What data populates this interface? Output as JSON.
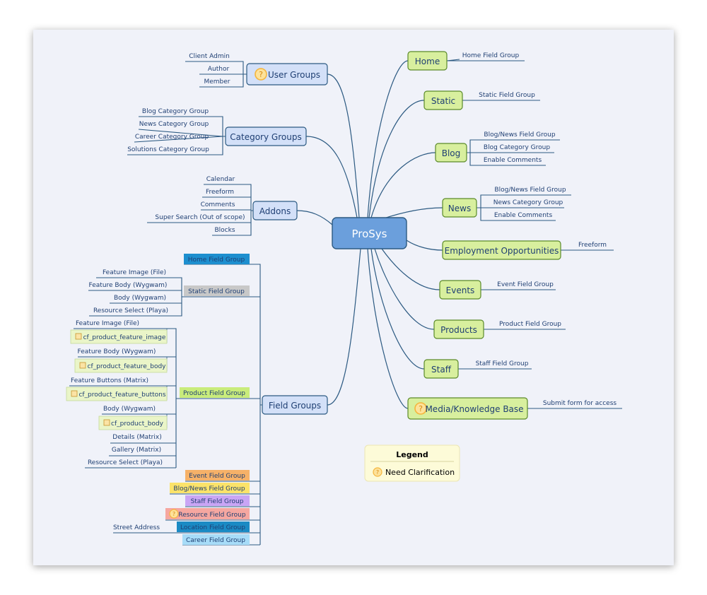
{
  "center": "ProSys",
  "legend": {
    "title": "Legend",
    "item": "Need Clarification"
  },
  "left": {
    "user_groups": {
      "label": "User Groups",
      "children": [
        "Client Admin",
        "Author",
        "Member"
      ]
    },
    "category_groups": {
      "label": "Category Groups",
      "children": [
        "Blog Category Group",
        "News Category Group",
        "Career Category Group",
        "Solutions Category Group"
      ]
    },
    "addons": {
      "label": "Addons",
      "children": [
        "Calendar",
        "Freeform",
        "Comments",
        "Super Search (Out of scope)",
        "Blocks"
      ]
    },
    "field_groups": {
      "label": "Field Groups",
      "home": "Home Field Group",
      "static": {
        "label": "Static Field Group",
        "children": [
          "Feature Image (File)",
          "Feature Body (Wygwam)",
          "Body (Wygwam)",
          "Resource Select (Playa)"
        ]
      },
      "product": {
        "label": "Product Field Group",
        "children": [
          "Feature Image (File)",
          "Feature Body (Wygwam)",
          "Feature Buttons (Matrix)",
          "Body (Wygwam)",
          "Details (Matrix)",
          "Gallery (Matrix)",
          "Resource Select (Playa)"
        ],
        "subs": [
          "cf_product_feature_image",
          "cf_product_feature_body",
          "cf_product_feature_buttons",
          "cf_product_body"
        ]
      },
      "event": "Event Field Group",
      "blognews": "Blog/News Field Group",
      "staff": "Staff Field Group",
      "resource": "Resource Field Group",
      "location": {
        "label": "Location Field Group",
        "child": "Street Address"
      },
      "career": "Career Field Group"
    }
  },
  "right": {
    "home": {
      "label": "Home",
      "children": [
        "Home Field Group"
      ]
    },
    "static": {
      "label": "Static",
      "children": [
        "Static Field Group"
      ]
    },
    "blog": {
      "label": "Blog",
      "children": [
        "Blog/News Field Group",
        "Blog Category Group",
        "Enable Comments"
      ]
    },
    "news": {
      "label": "News",
      "children": [
        "Blog/News Field Group",
        "News Category Group",
        "Enable Comments"
      ]
    },
    "employment": {
      "label": "Employment Opportunities",
      "children": [
        "Freeform"
      ]
    },
    "events": {
      "label": "Events",
      "children": [
        "Event Field Group"
      ]
    },
    "products": {
      "label": "Products",
      "children": [
        "Product Field Group"
      ]
    },
    "staff": {
      "label": "Staff",
      "children": [
        "Staff Field Group"
      ]
    },
    "media": {
      "label": "Media/Knowledge Base",
      "children": [
        "Submit form for access"
      ]
    }
  },
  "colors": {
    "center": "#6b9fdc",
    "branch_left": "#d3e0f8",
    "branch_right": "#d8ef9e",
    "line": "#2c5a82",
    "home_fg": "#1d8fcf",
    "static_fg": "#c8c8c8",
    "product_fg": "#c9ec7b",
    "event_fg": "#f6b168",
    "blognews_fg": "#fbe36a",
    "staff_fg": "#c9a5f5",
    "resource_fg": "#f6a7a0",
    "location_fg": "#1a8ac4",
    "career_fg": "#a7dcf8",
    "question": "#f5b53c"
  }
}
